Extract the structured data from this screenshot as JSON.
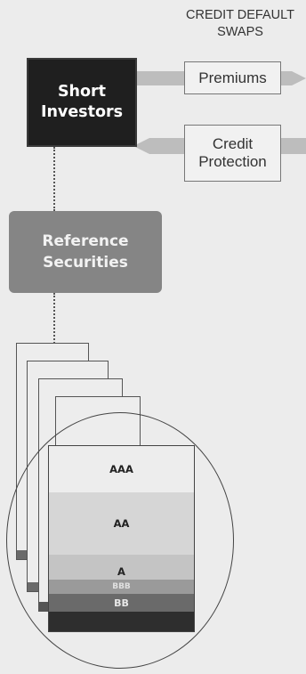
{
  "header": {
    "line1": "CREDIT DEFAULT",
    "line2": "SWAPS"
  },
  "boxes": {
    "short_investors": {
      "line1": "Short",
      "line2": "Investors"
    },
    "premiums": "Premiums",
    "credit_protection": {
      "line1": "Credit",
      "line2": "Protection"
    },
    "reference_securities": {
      "line1": "Reference",
      "line2": "Securities"
    }
  },
  "tranches": {
    "aaa": "AAA",
    "aa": "AA",
    "a": "A",
    "bbb": "BBB",
    "bb": "BB"
  },
  "colors": {
    "investors_fill": "#1f1f1f",
    "reference_fill": "#858585",
    "arrow_fill": "#bdbdbd",
    "aaa_fill": "#ededed",
    "aa_fill": "#d6d6d6",
    "a_fill": "#c4c4c4",
    "bbb_fill": "#9a9a9a",
    "bb_fill": "#6a6a6a",
    "equity_fill": "#2e2e2e"
  }
}
